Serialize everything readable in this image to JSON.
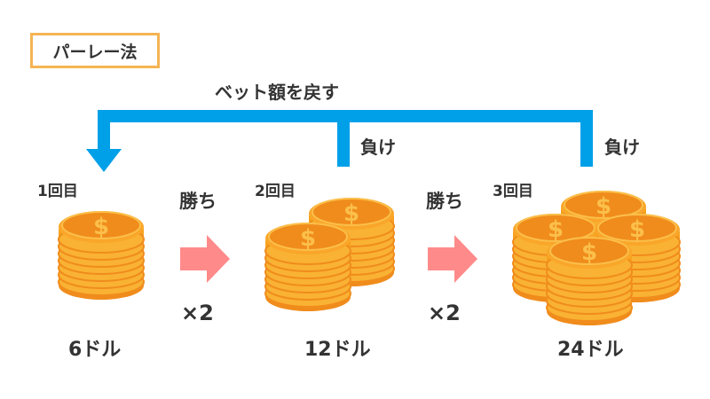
{
  "title": "パーレー法",
  "return_label": "ベット額を戻す",
  "lose_labels": [
    "負け",
    "負け"
  ],
  "rounds": [
    {
      "label": "1回目",
      "amount": "6ドル",
      "stacks": 1
    },
    {
      "label": "2回目",
      "amount": "12ドル",
      "stacks": 2
    },
    {
      "label": "3回目",
      "amount": "24ドル",
      "stacks": 4
    }
  ],
  "transitions": [
    {
      "win_label": "勝ち",
      "multiplier": "×2"
    },
    {
      "win_label": "勝ち",
      "multiplier": "×2"
    }
  ],
  "colors": {
    "bracket": "#00a0e9",
    "arrow": "#ff8a8a",
    "title_border": "#f5b453",
    "coin_dark": "#f08c1c",
    "coin_light": "#f9b233",
    "text": "#333333"
  },
  "icons": {
    "coin": "dollar-coin-stack-icon",
    "return": "down-arrow-icon",
    "progress": "right-arrow-icon"
  }
}
